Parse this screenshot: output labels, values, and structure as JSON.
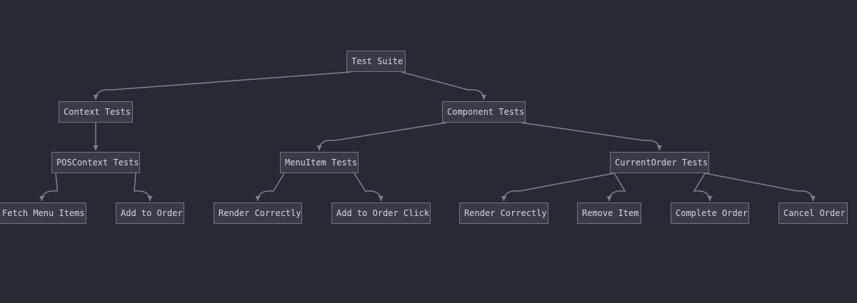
{
  "diagram": {
    "colors": {
      "background": "#272a33",
      "node_fill": "#383c47",
      "node_border": "#6f7585",
      "edge": "#7c8293",
      "text": "#d6d8de"
    },
    "nodes": {
      "test_suite": "Test Suite",
      "context_tests": "Context Tests",
      "component_tests": "Component Tests",
      "poscontext_tests": "POSContext Tests",
      "menuitem_tests": "MenuItem Tests",
      "currentorder_tests": "CurrentOrder Tests",
      "fetch_menu_items": "Fetch Menu Items",
      "add_to_order": "Add to Order",
      "render_correctly_menu": "Render Correctly",
      "add_to_order_click": "Add to Order Click",
      "render_correctly_order": "Render Correctly",
      "remove_item": "Remove Item",
      "complete_order": "Complete Order",
      "cancel_order": "Cancel Order"
    },
    "edges": [
      [
        "test_suite",
        "context_tests"
      ],
      [
        "test_suite",
        "component_tests"
      ],
      [
        "context_tests",
        "poscontext_tests"
      ],
      [
        "component_tests",
        "menuitem_tests"
      ],
      [
        "component_tests",
        "currentorder_tests"
      ],
      [
        "poscontext_tests",
        "fetch_menu_items"
      ],
      [
        "poscontext_tests",
        "add_to_order"
      ],
      [
        "menuitem_tests",
        "render_correctly_menu"
      ],
      [
        "menuitem_tests",
        "add_to_order_click"
      ],
      [
        "currentorder_tests",
        "render_correctly_order"
      ],
      [
        "currentorder_tests",
        "remove_item"
      ],
      [
        "currentorder_tests",
        "complete_order"
      ],
      [
        "currentorder_tests",
        "cancel_order"
      ]
    ]
  }
}
